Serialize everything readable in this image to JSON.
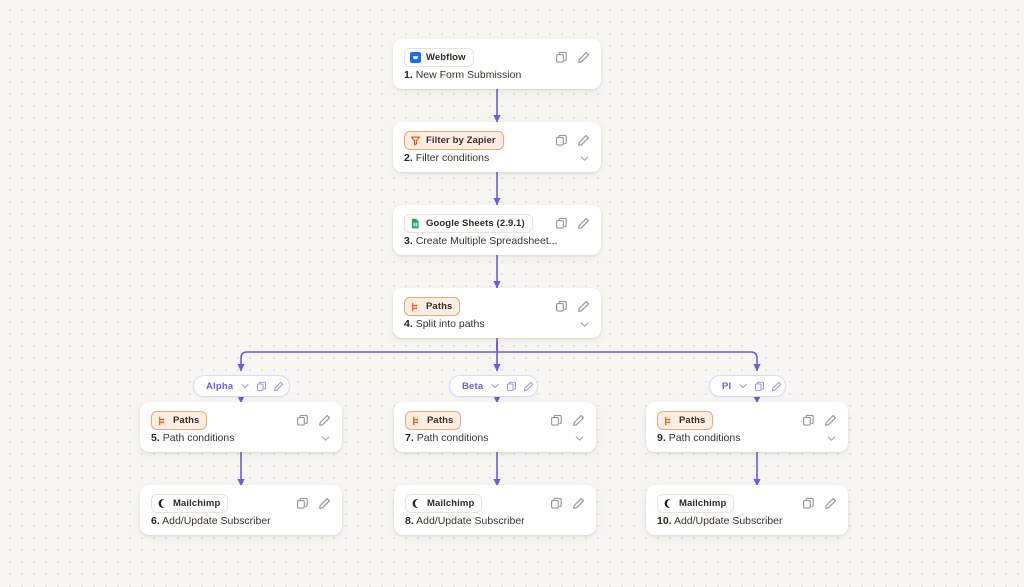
{
  "canvas": {
    "background": "#f7f6f3",
    "dot_color": "#e3e1dc",
    "connector_color": "#6c5ce7"
  },
  "icons": {
    "duplicate": "copy-icon",
    "edit": "pencil-icon",
    "expand": "chevron-down-icon",
    "path_branch": "paths-branch-icon",
    "filter": "funnel-icon"
  },
  "nodes": [
    {
      "id": "step-1",
      "app": "Webflow",
      "app_icon": "webflow-icon",
      "accent": "#146ef5",
      "step_number": "1.",
      "step_title": "New Form Submission",
      "has_chevron": false,
      "badge_style": "plain"
    },
    {
      "id": "step-2",
      "app": "Filter by Zapier",
      "app_icon": "funnel-icon",
      "accent": "#ff4f00",
      "step_number": "2.",
      "step_title": "Filter conditions",
      "has_chevron": true,
      "badge_style": "paths"
    },
    {
      "id": "step-3",
      "app": "Google Sheets (2.9.1)",
      "app_icon": "google-sheets-icon",
      "accent": "#21a366",
      "step_number": "3.",
      "step_title": "Create Multiple Spreadsheet...",
      "has_chevron": false,
      "badge_style": "plain"
    },
    {
      "id": "step-4",
      "app": "Paths",
      "app_icon": "paths-branch-icon",
      "accent": "#ff4f00",
      "step_number": "4.",
      "step_title": "Split into paths",
      "has_chevron": true,
      "badge_style": "paths"
    },
    {
      "id": "step-5",
      "app": "Paths",
      "app_icon": "paths-branch-icon",
      "accent": "#ff4f00",
      "step_number": "5.",
      "step_title": "Path conditions",
      "has_chevron": true,
      "badge_style": "paths"
    },
    {
      "id": "step-6",
      "app": "Mailchimp",
      "app_icon": "mailchimp-icon",
      "accent": "#241c15",
      "step_number": "6.",
      "step_title": "Add/Update Subscriber",
      "has_chevron": false,
      "badge_style": "plain"
    },
    {
      "id": "step-7",
      "app": "Paths",
      "app_icon": "paths-branch-icon",
      "accent": "#ff4f00",
      "step_number": "7.",
      "step_title": "Path conditions",
      "has_chevron": true,
      "badge_style": "paths"
    },
    {
      "id": "step-8",
      "app": "Mailchimp",
      "app_icon": "mailchimp-icon",
      "accent": "#241c15",
      "step_number": "8.",
      "step_title": "Add/Update Subscriber",
      "has_chevron": false,
      "badge_style": "plain"
    },
    {
      "id": "step-9",
      "app": "Paths",
      "app_icon": "paths-branch-icon",
      "accent": "#ff4f00",
      "step_number": "9.",
      "step_title": "Path conditions",
      "has_chevron": true,
      "badge_style": "paths"
    },
    {
      "id": "step-10",
      "app": "Mailchimp",
      "app_icon": "mailchimp-icon",
      "accent": "#241c15",
      "step_number": "10.",
      "step_title": "Add/Update Subscriber",
      "has_chevron": false,
      "badge_style": "plain"
    }
  ],
  "path_chips": [
    {
      "id": "chip-alpha",
      "label": "Alpha"
    },
    {
      "id": "chip-beta",
      "label": "Beta"
    },
    {
      "id": "chip-pi",
      "label": "PI"
    }
  ]
}
